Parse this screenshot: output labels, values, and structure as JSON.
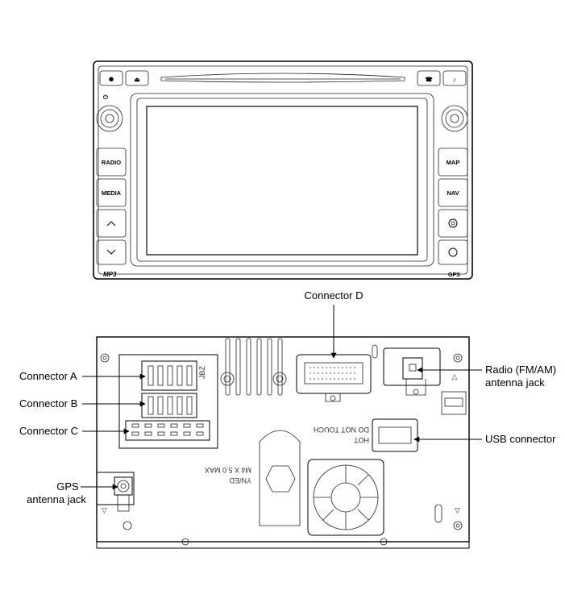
{
  "front_panel": {
    "buttons_left": [
      "RADIO",
      "MEDIA"
    ],
    "buttons_right": [
      "MAP",
      "NAV"
    ],
    "logo_left": "MP3",
    "logo_right": "GPS"
  },
  "rear_panel": {
    "stamp_jbz": "JBZ",
    "stamp_hot_line1": "HOT",
    "stamp_hot_line2": "DO NOT TOUCH",
    "stamp_spec_line1": "YN/ED",
    "stamp_spec_line2": "M4 X 5.0 MAX"
  },
  "labels": {
    "connector_d": "Connector D",
    "connector_a": "Connector A",
    "connector_b": "Connector B",
    "connector_c": "Connector C",
    "radio_line1": "Radio (FM/AM)",
    "radio_line2": "antenna jack",
    "usb": "USB connector",
    "gps_line1": "GPS",
    "gps_line2": "antenna jack"
  }
}
